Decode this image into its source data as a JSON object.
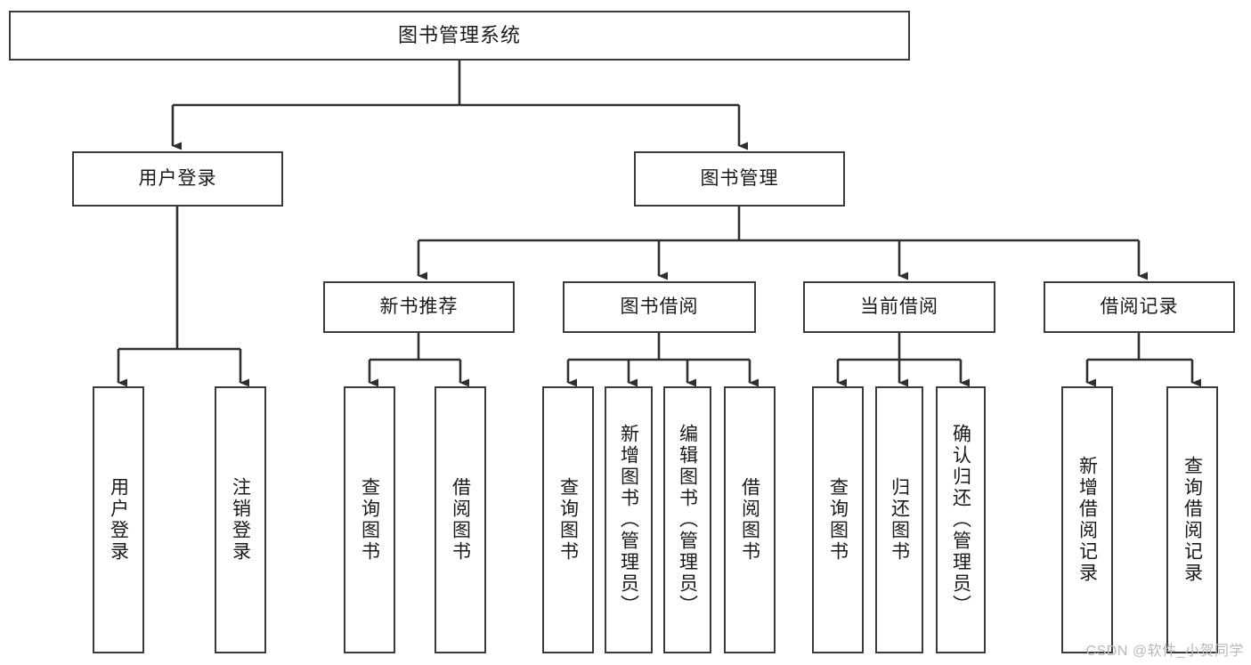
{
  "diagram": {
    "title": "图书管理系统",
    "type": "tree",
    "root": {
      "id": "root",
      "label": "图书管理系统",
      "orientation": "horizontal"
    },
    "level1": [
      {
        "id": "user-login",
        "label": "用户登录",
        "orientation": "horizontal"
      },
      {
        "id": "book-manage",
        "label": "图书管理",
        "orientation": "horizontal"
      }
    ],
    "level2": [
      {
        "id": "new-book-recommend",
        "label": "新书推荐",
        "parent": "book-manage",
        "orientation": "horizontal"
      },
      {
        "id": "book-borrow",
        "label": "图书借阅",
        "parent": "book-manage",
        "orientation": "horizontal"
      },
      {
        "id": "current-borrow",
        "label": "当前借阅",
        "parent": "book-manage",
        "orientation": "horizontal"
      },
      {
        "id": "borrow-record",
        "label": "借阅记录",
        "parent": "book-manage",
        "orientation": "horizontal"
      }
    ],
    "leaves": [
      {
        "id": "leaf-user-login",
        "label": "用户登录",
        "parent": "user-login",
        "orientation": "vertical"
      },
      {
        "id": "leaf-user-logout",
        "label": "注销登录",
        "parent": "user-login",
        "orientation": "vertical"
      },
      {
        "id": "leaf-query-book-rec",
        "label": "查询图书",
        "parent": "new-book-recommend",
        "orientation": "vertical"
      },
      {
        "id": "leaf-borrow-book-rec",
        "label": "借阅图书",
        "parent": "new-book-recommend",
        "orientation": "vertical"
      },
      {
        "id": "leaf-query-book-borrow",
        "label": "查询图书",
        "parent": "book-borrow",
        "orientation": "vertical"
      },
      {
        "id": "leaf-add-book",
        "label": "新增图书（管理员）",
        "parent": "book-borrow",
        "orientation": "vertical"
      },
      {
        "id": "leaf-edit-book",
        "label": "编辑图书（管理员）",
        "parent": "book-borrow",
        "orientation": "vertical"
      },
      {
        "id": "leaf-borrow-book",
        "label": "借阅图书",
        "parent": "book-borrow",
        "orientation": "vertical"
      },
      {
        "id": "leaf-query-book-cur",
        "label": "查询图书",
        "parent": "current-borrow",
        "orientation": "vertical"
      },
      {
        "id": "leaf-return-book",
        "label": "归还图书",
        "parent": "current-borrow",
        "orientation": "vertical"
      },
      {
        "id": "leaf-confirm-return",
        "label": "确认归还（管理员）",
        "parent": "current-borrow",
        "orientation": "vertical"
      },
      {
        "id": "leaf-add-record",
        "label": "新增借阅记录",
        "parent": "borrow-record",
        "orientation": "vertical"
      },
      {
        "id": "leaf-query-record",
        "label": "查询借阅记录",
        "parent": "borrow-record",
        "orientation": "vertical"
      }
    ]
  },
  "watermark": {
    "text": "CSDN @软件_小贺同学"
  },
  "colors": {
    "stroke": "#2f2f2f",
    "box_border": "#3b3b3b",
    "background": "#ffffff",
    "text": "#1a1a1a",
    "watermark": "#b9b9b9"
  }
}
